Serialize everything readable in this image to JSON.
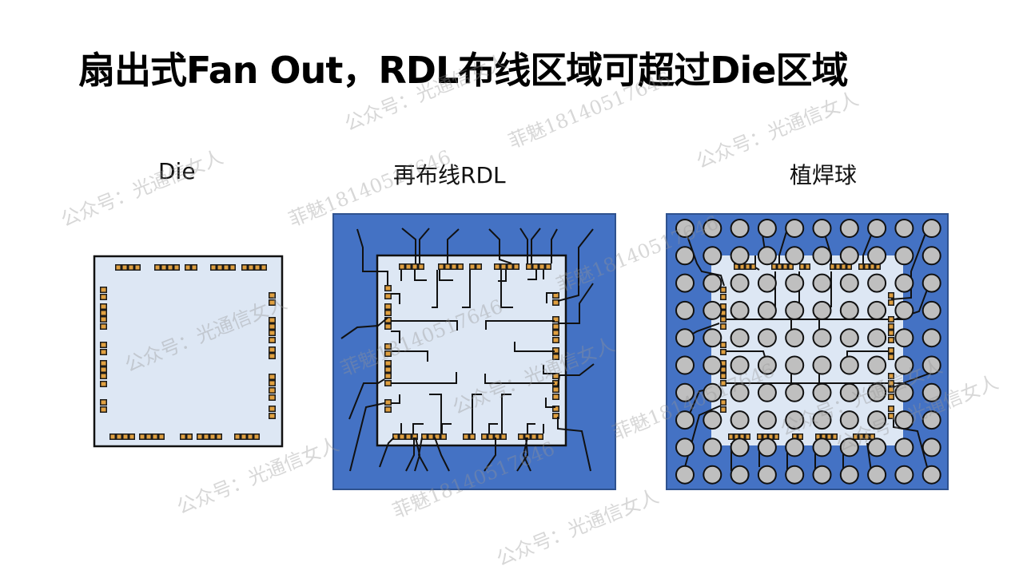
{
  "title": "扇出式Fan Out，RDL布线区域可超过Die区域",
  "panels": [
    {
      "id": "die",
      "label": "Die"
    },
    {
      "id": "rdl",
      "label": "再布线RDL"
    },
    {
      "id": "balls",
      "label": "植焊球"
    }
  ],
  "colors": {
    "substrate_blue": "#4472C4",
    "die_fill": "#DDE7F4",
    "pad_fill": "#E0A040",
    "pad_stroke": "#1a1a1a",
    "trace": "#111111",
    "ball_fill": "#BFBFBF",
    "outline": "#111111"
  },
  "watermarks": {
    "account": "公众号：光通信女人",
    "contact": "菲魅18140517646"
  },
  "ball_grid": {
    "rows": 10,
    "cols": 10
  }
}
